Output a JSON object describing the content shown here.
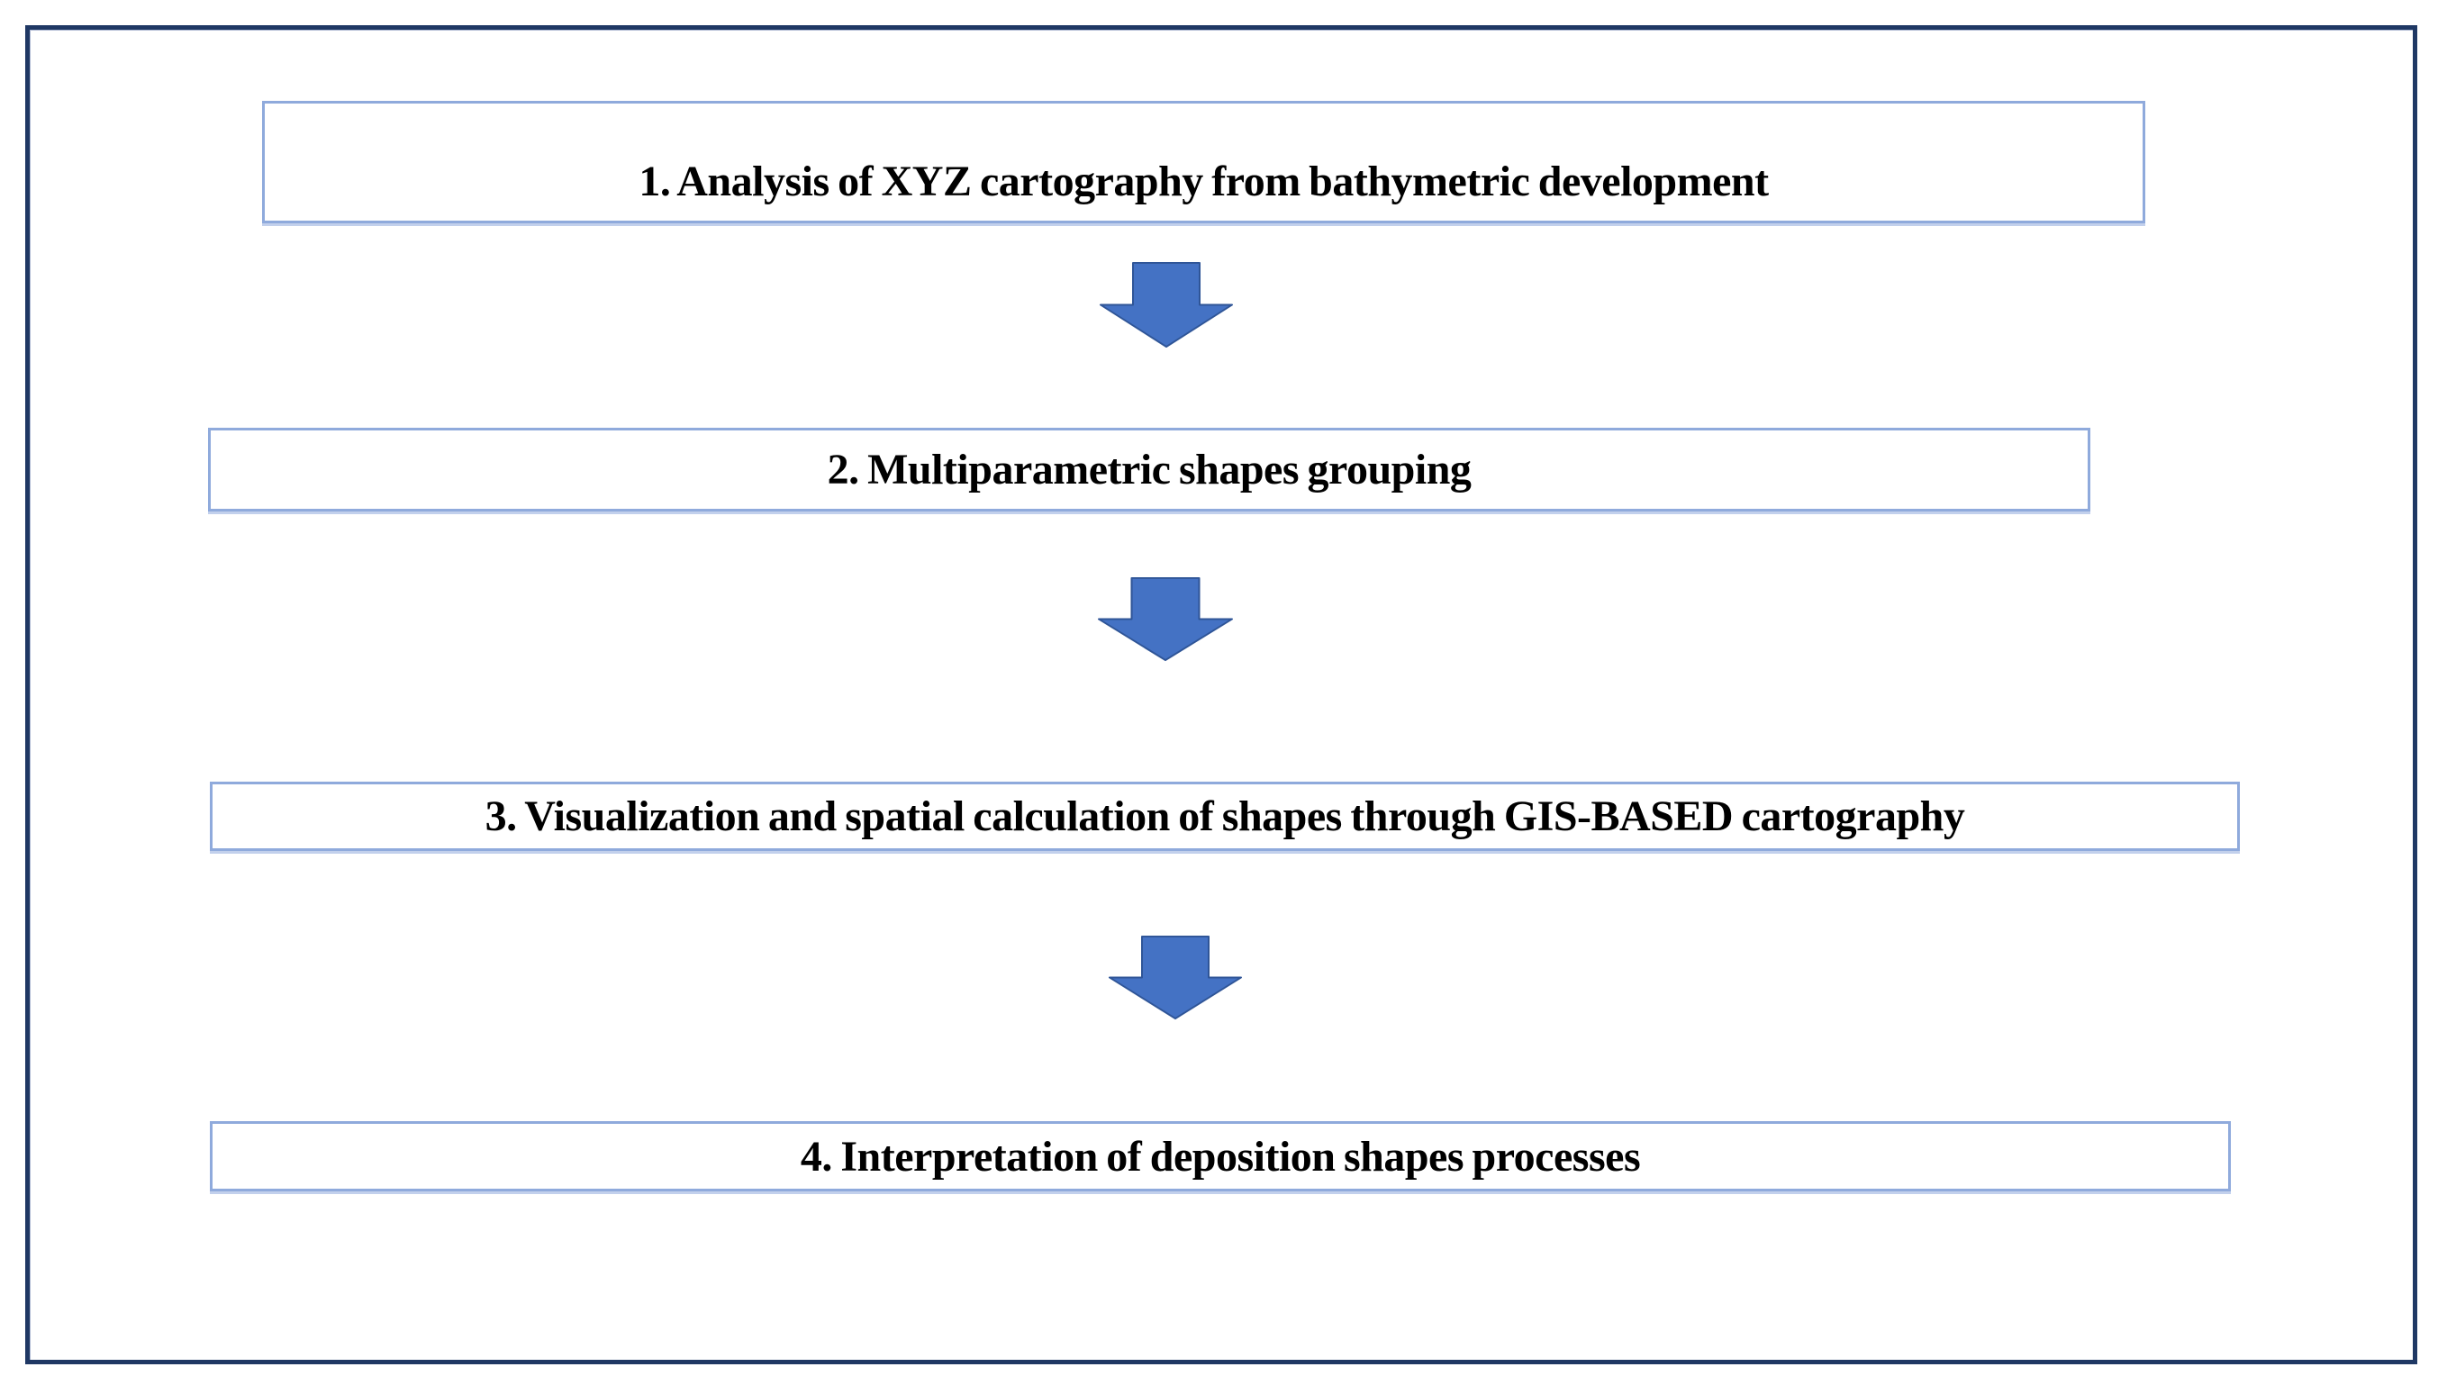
{
  "diagram": {
    "type": "flowchart",
    "direction": "top-down",
    "steps": [
      {
        "id": 1,
        "label": "1. Analysis of XYZ cartography from bathymetric development"
      },
      {
        "id": 2,
        "label": "2. Multiparametric shapes grouping"
      },
      {
        "id": 3,
        "label": "3. Visualization and spatial calculation of shapes through GIS-BASED cartography"
      },
      {
        "id": 4,
        "label": "4. Interpretation of deposition shapes processes"
      }
    ],
    "connector": "block-down-arrow",
    "colors": {
      "arrow_fill": "#4472C4",
      "arrow_edge": "#2F5597",
      "box_border": "#8FAADC",
      "frame_border": "#1F3864",
      "text": "#000000",
      "background": "#FFFFFF"
    }
  }
}
